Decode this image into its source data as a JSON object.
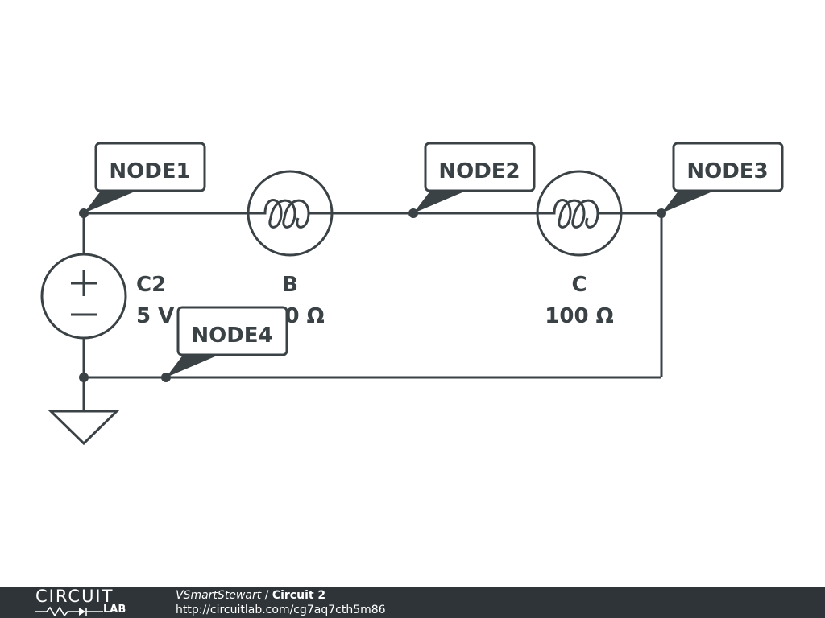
{
  "schematic": {
    "source": {
      "name": "C2",
      "value": "5 V"
    },
    "lamp_b": {
      "name": "B",
      "value": "100 Ω"
    },
    "lamp_c": {
      "name": "C",
      "value": "100 Ω"
    },
    "nodes": [
      "NODE1",
      "NODE2",
      "NODE3",
      "NODE4"
    ]
  },
  "footer": {
    "logo_top": "CIRCUIT",
    "logo_bottom": "LAB",
    "author": "VSmartStewart",
    "separator": " / ",
    "title": "Circuit 2",
    "url": "http://circuitlab.com/cg7aq7cth5m86"
  },
  "colors": {
    "ink": "#3a4246",
    "footer_bg": "#2e3438"
  }
}
